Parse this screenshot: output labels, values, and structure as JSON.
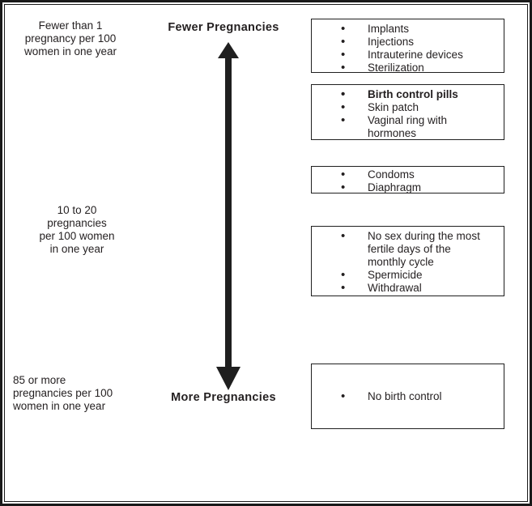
{
  "diagram": {
    "labels": {
      "top_left_rate": "Fewer than 1\npregnancy per 100\nwomen in one year",
      "fewer_title": "Fewer Pregnancies",
      "mid_left_rate": "10 to 20\npregnancies\nper 100 women\nin one year",
      "more_title": "More Pregnancies",
      "bottom_left_rate": "85 or more\npregnancies per 100\nwomen in one year"
    },
    "boxes": [
      {
        "name": "most-effective-methods",
        "items": [
          "Implants",
          "Injections",
          "Intrauterine devices",
          "Sterilization"
        ]
      },
      {
        "name": "hormonal-methods",
        "items": [
          "Birth control pills",
          "Skin patch",
          "Vaginal ring with\nhormones"
        ]
      },
      {
        "name": "barrier-methods",
        "items": [
          "Condoms",
          "Diaphragm"
        ]
      },
      {
        "name": "behavioral-methods",
        "items": [
          "No sex during the most\nfertile days of the\nmonthly cycle",
          "Spermicide",
          "Withdrawal"
        ]
      },
      {
        "name": "no-method",
        "items": [
          "No birth control"
        ]
      }
    ],
    "colors": {
      "ink": "#231f20",
      "background": "#ffffff"
    }
  }
}
